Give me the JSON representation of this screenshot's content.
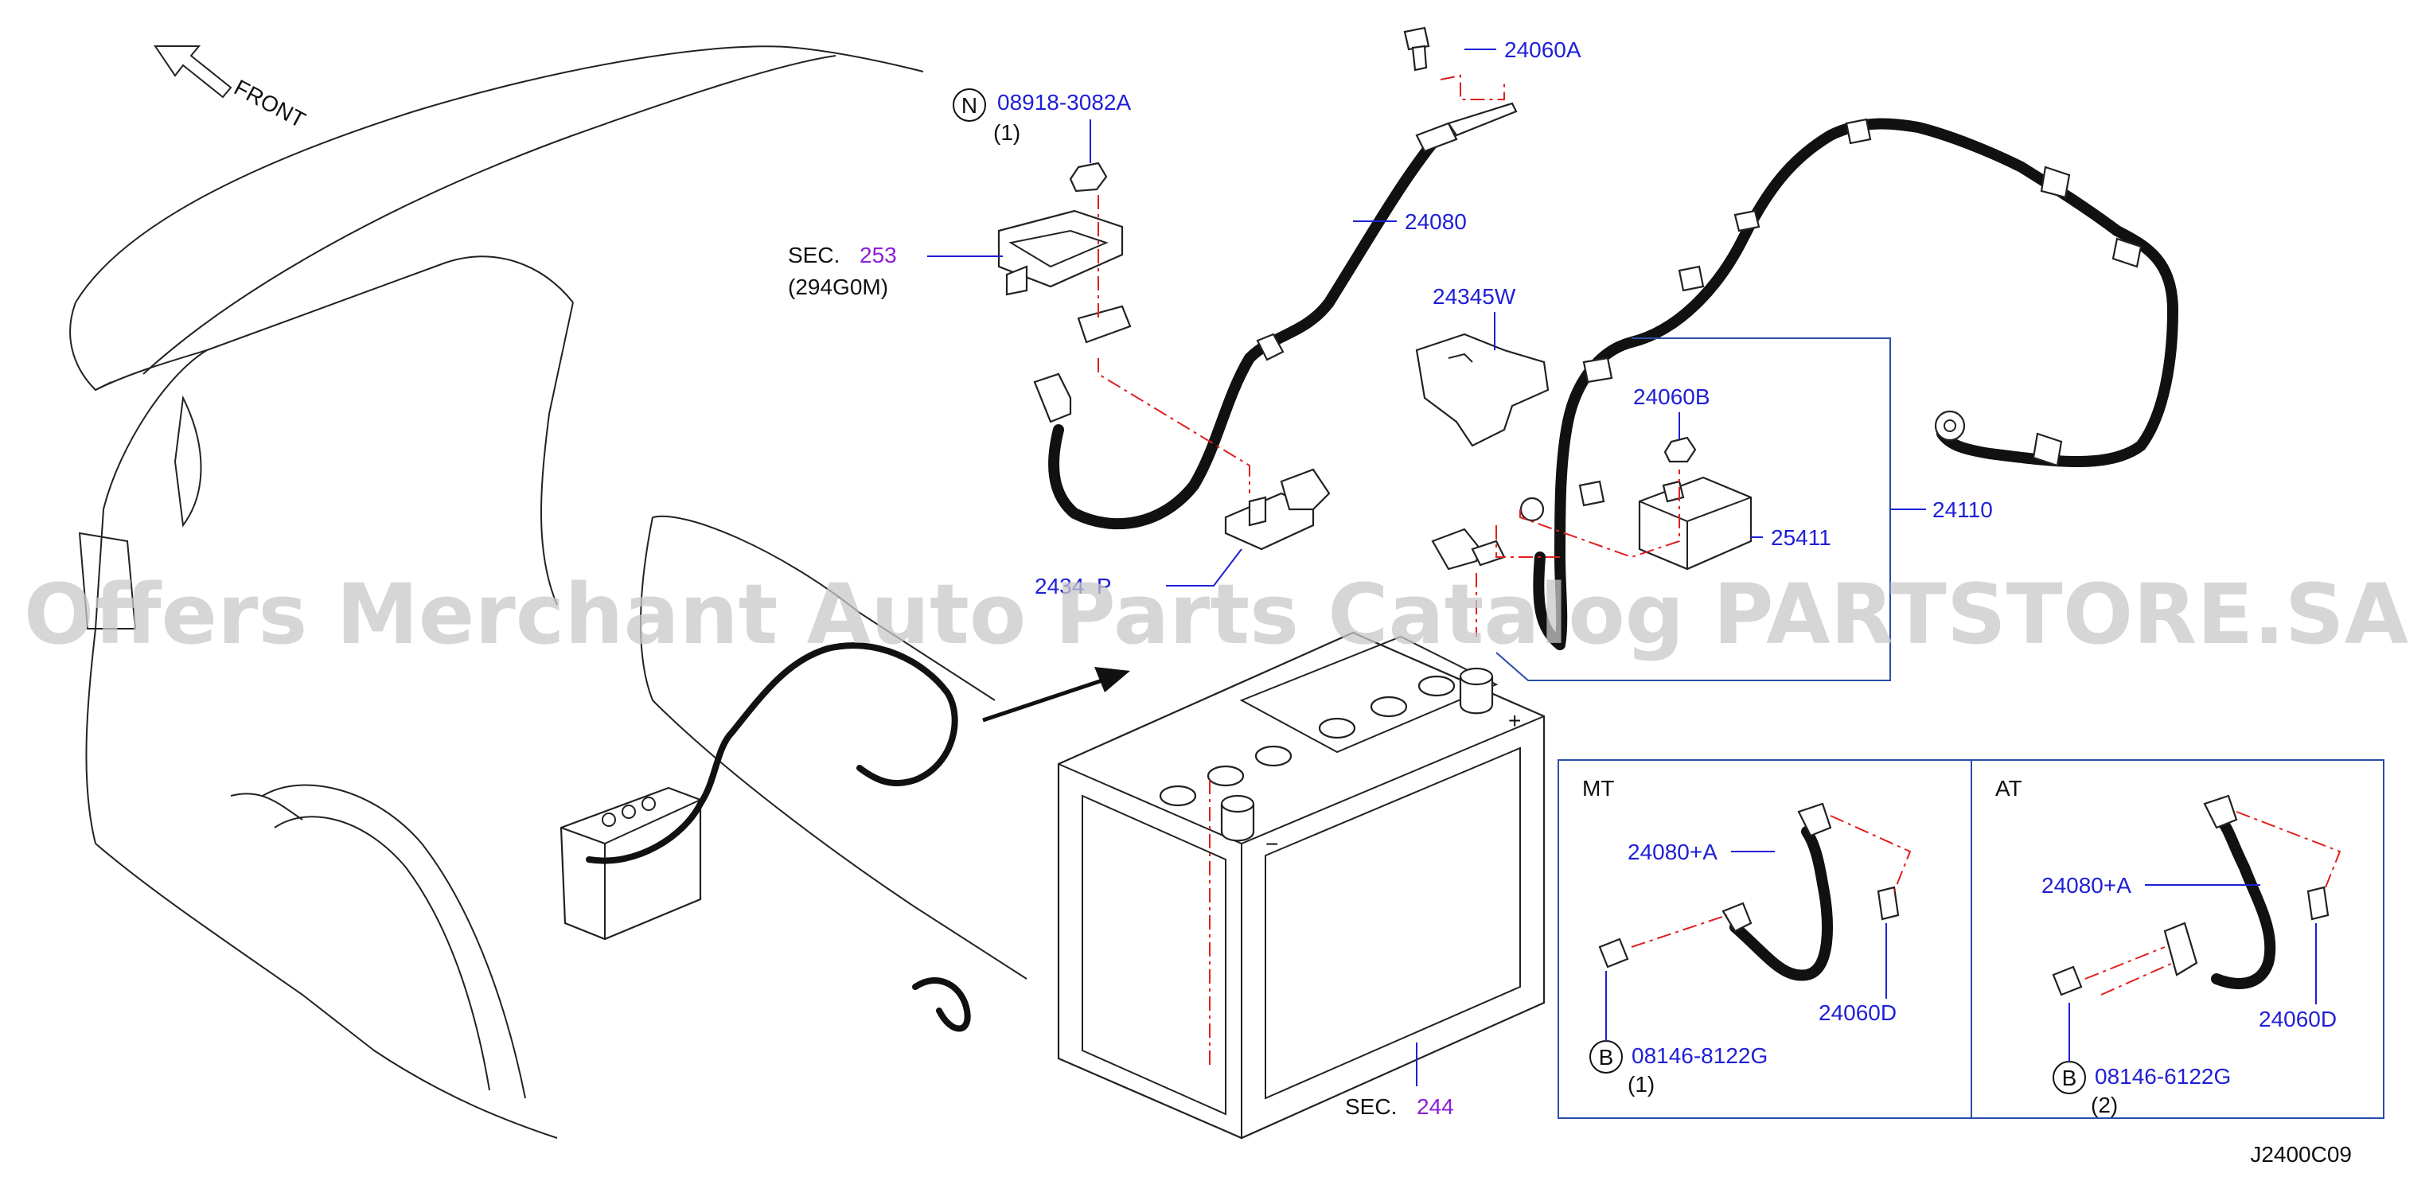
{
  "diagram": {
    "direction_label": "FRONT",
    "direction_icon": "arrow-up-left-icon",
    "sections": [
      {
        "prefix": "SEC.",
        "number": "253",
        "sub": "(294G0M)"
      },
      {
        "prefix": "SEC.",
        "number": "244"
      }
    ],
    "part_numbers": {
      "p24060A": "24060A",
      "p08918": "08918-3082A",
      "p08918_qty": "(1)",
      "p08918_badge": "N",
      "p24080": "24080",
      "p24345W": "24345W",
      "p24060B": "24060B",
      "p24110": "24110",
      "p25411": "25411",
      "p2434xP": "2434  P"
    },
    "inset_mt": {
      "title": "MT",
      "cable": "24080+A",
      "bolt": "24060D",
      "badge": "B",
      "screw": "08146-8122G",
      "qty": "(1)"
    },
    "inset_at": {
      "title": "AT",
      "cable": "24080+A",
      "bolt": "24060D",
      "badge": "B",
      "screw": "08146-6122G",
      "qty": "(2)"
    },
    "drawing_code": "J2400C09",
    "watermark": "Offers Merchant Auto Parts Catalog PARTSTORE.SA",
    "colors": {
      "part_label": "#1f1fd6",
      "section_ref": "#8a1fd6",
      "guide_line": "#e02020",
      "frame": "#2a4ea8"
    }
  }
}
